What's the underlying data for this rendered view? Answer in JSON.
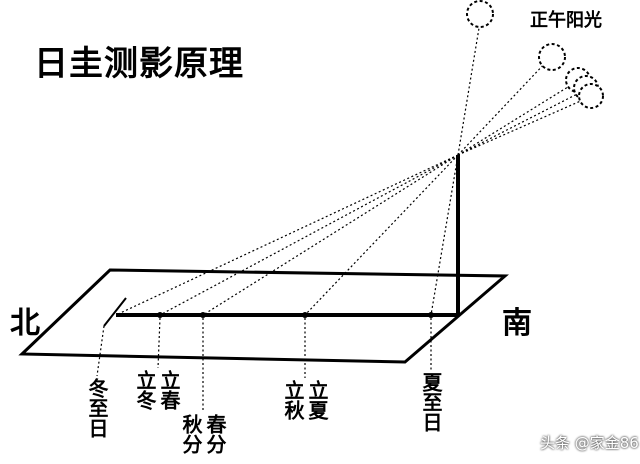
{
  "title": "日圭测影原理",
  "sun_label": "正午阳光",
  "north_label": "北",
  "south_label": "南",
  "solar_terms": [
    "冬至日",
    "立冬",
    "立春",
    "秋分",
    "春分",
    "立秋",
    "立夏",
    "夏至日"
  ],
  "watermark": "头条 @家金86",
  "colors": {
    "ink": "#000000",
    "background": "#ffffff"
  }
}
